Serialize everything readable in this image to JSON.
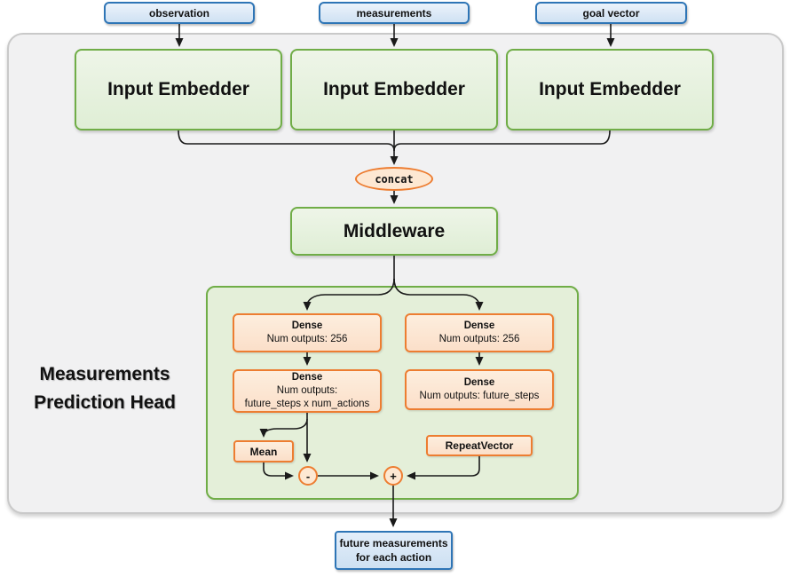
{
  "diagram": {
    "inputs": [
      {
        "label": "observation"
      },
      {
        "label": "measurements"
      },
      {
        "label": "goal vector"
      }
    ],
    "embedders": [
      {
        "label": "Input Embedder"
      },
      {
        "label": "Input Embedder"
      },
      {
        "label": "Input Embedder"
      }
    ],
    "concat": {
      "label": "concat"
    },
    "middleware": {
      "label": "Middleware"
    },
    "head": {
      "label_line1": "Measurements",
      "label_line2": "Prediction Head",
      "left_branch": {
        "dense1": {
          "title": "Dense",
          "subtitle": "Num outputs: 256"
        },
        "dense2": {
          "title": "Dense",
          "subtitle": "Num outputs:",
          "subtitle2": "future_steps x num_actions"
        },
        "mean": {
          "label": "Mean"
        },
        "op": {
          "label": "-"
        }
      },
      "right_branch": {
        "dense1": {
          "title": "Dense",
          "subtitle": "Num outputs: 256"
        },
        "dense2": {
          "title": "Dense",
          "subtitle": "Num outputs: future_steps"
        },
        "repeat": {
          "label": "RepeatVector"
        },
        "op": {
          "label": "+"
        }
      }
    },
    "output": {
      "line1": "future measurements",
      "line2": "for each action"
    },
    "colors": {
      "blue_border": "#2E75B6",
      "blue_fill": "#D9E7F5",
      "green_border": "#70AD47",
      "green_fill": "#E5F0DE",
      "inner_container_fill": "#E4EFD9",
      "orange_border": "#ED7D31",
      "orange_fill": "#FCE5D3",
      "outer_container_fill": "#F1F1F2",
      "outer_container_border": "#C9C9C9",
      "line": "#1A1A1A"
    }
  }
}
